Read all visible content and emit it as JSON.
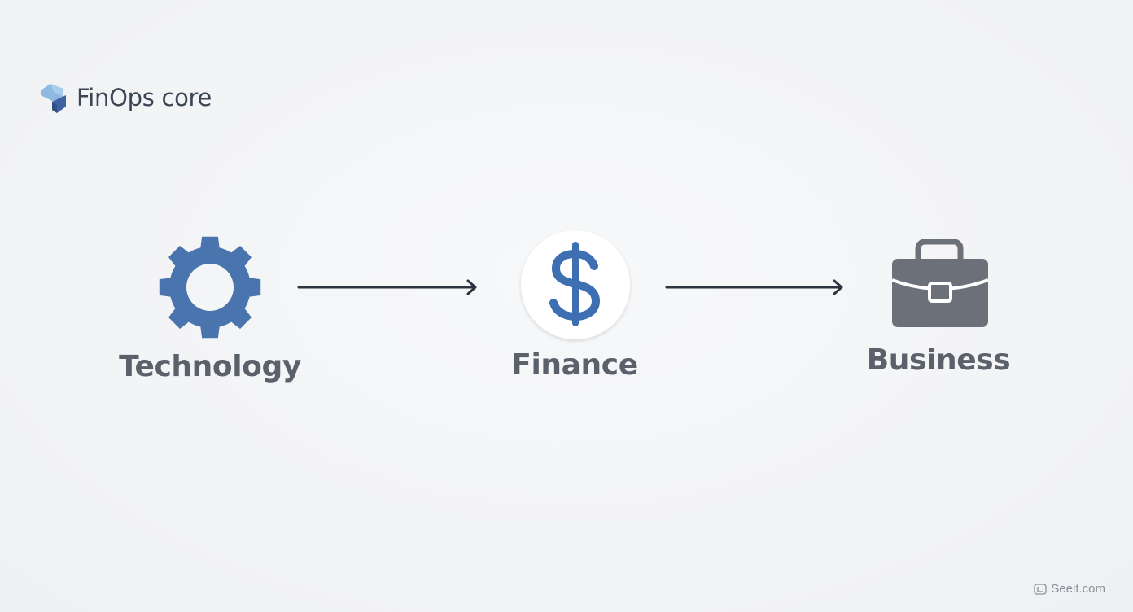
{
  "header": {
    "title": "FinOps core",
    "logo_icon": "stacked-cube-logo-icon"
  },
  "diagram": {
    "nodes": [
      {
        "id": "technology",
        "label": "Technology",
        "icon": "gear-icon",
        "color": "#4a74ad"
      },
      {
        "id": "finance",
        "label": "Finance",
        "icon": "dollar-sign-icon",
        "color": "#3f6fb3"
      },
      {
        "id": "business",
        "label": "Business",
        "icon": "briefcase-icon",
        "color": "#6c7079"
      }
    ],
    "edges": [
      {
        "from": "technology",
        "to": "finance"
      },
      {
        "from": "finance",
        "to": "business"
      }
    ],
    "arrow_color": "#2d3440"
  },
  "watermark": {
    "text": "Seeit.com",
    "icon": "watermark-logo-icon"
  }
}
